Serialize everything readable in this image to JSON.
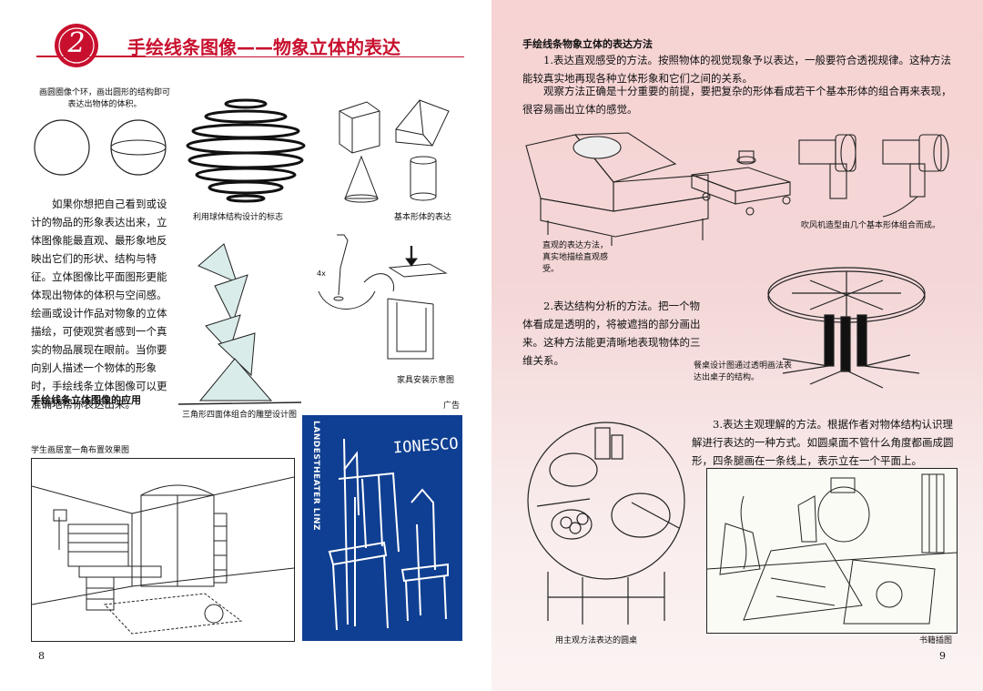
{
  "left_page": {
    "chapter_number": "2",
    "title": "手绘线条图像——物象立体的表达",
    "caption_circle": "画圆圈像个环，画出圆形的结构即可表达出物体的体积。",
    "caption_sphere": "利用球体结构设计的标志",
    "caption_basic_shapes": "基本形体的表达",
    "intro_paragraph_1": "如果你想把自己看到或设计的物品的形象表达出来，立体图像能最直观、最形象地反映出它们的形状、结构与特征。",
    "intro_paragraph_2": "立体图像比平面图形更能体现出物体的体积与空间感。绘画或设计作品对物象的立体描绘，可使观赏者感到一个真实的物品展现在眼前。当你要向别人描述一个物体的形象时，手绘线条立体图像可以更准确地帮你表达出来。",
    "assembly_label": "4x",
    "caption_assembly": "家具安装示意图",
    "section_heading": "手绘线条立体图像的应用",
    "caption_sculpture": "三角形四面体组合的雕塑设计图",
    "caption_poster": "广告",
    "poster_vertical_text": "LANDESTHEATER LINZ",
    "poster_title": "IONESCO",
    "caption_room": "学生画居室一角布置效果图",
    "page_number": "8"
  },
  "right_page": {
    "heading": "手绘线条物象立体的表达方法",
    "method_1": "1.表达直观感受的方法。按照物体的视觉现象予以表达，一般要符合透视规律。这种方法能较真实地再现各种立体形象和它们之间的关系。",
    "method_1b": "观察方法正确是十分重要的前提，要把复杂的形体看成若干个基本形体的组合再来表现，很容易画出立体的感觉。",
    "caption_sofa": "直观的表达方法，真实地描绘直观感受。",
    "caption_hairdryer": "吹风机造型由几个基本形体组合而成。",
    "method_2": "2.表达结构分析的方法。把一个物体看成是透明的，将被遮挡的部分画出来。这种方法能更清晰地表现物体的三维关系。",
    "caption_table": "餐桌设计图通过透明画法表达出桌子的结构。",
    "method_3": "3.表达主观理解的方法。根据作者对物体结构认识理解进行表达的一种方式。如圆桌面不管什么角度都画成圆形，四条腿画在一条线上，表示立在一个平面上。",
    "caption_round_table": "用主观方法表达的圆桌",
    "caption_book": "书籍插图",
    "page_number": "9"
  },
  "colors": {
    "accent": "#c8102e",
    "poster_blue": "#0f3f92",
    "right_page_pink": "#f4d2d2"
  }
}
